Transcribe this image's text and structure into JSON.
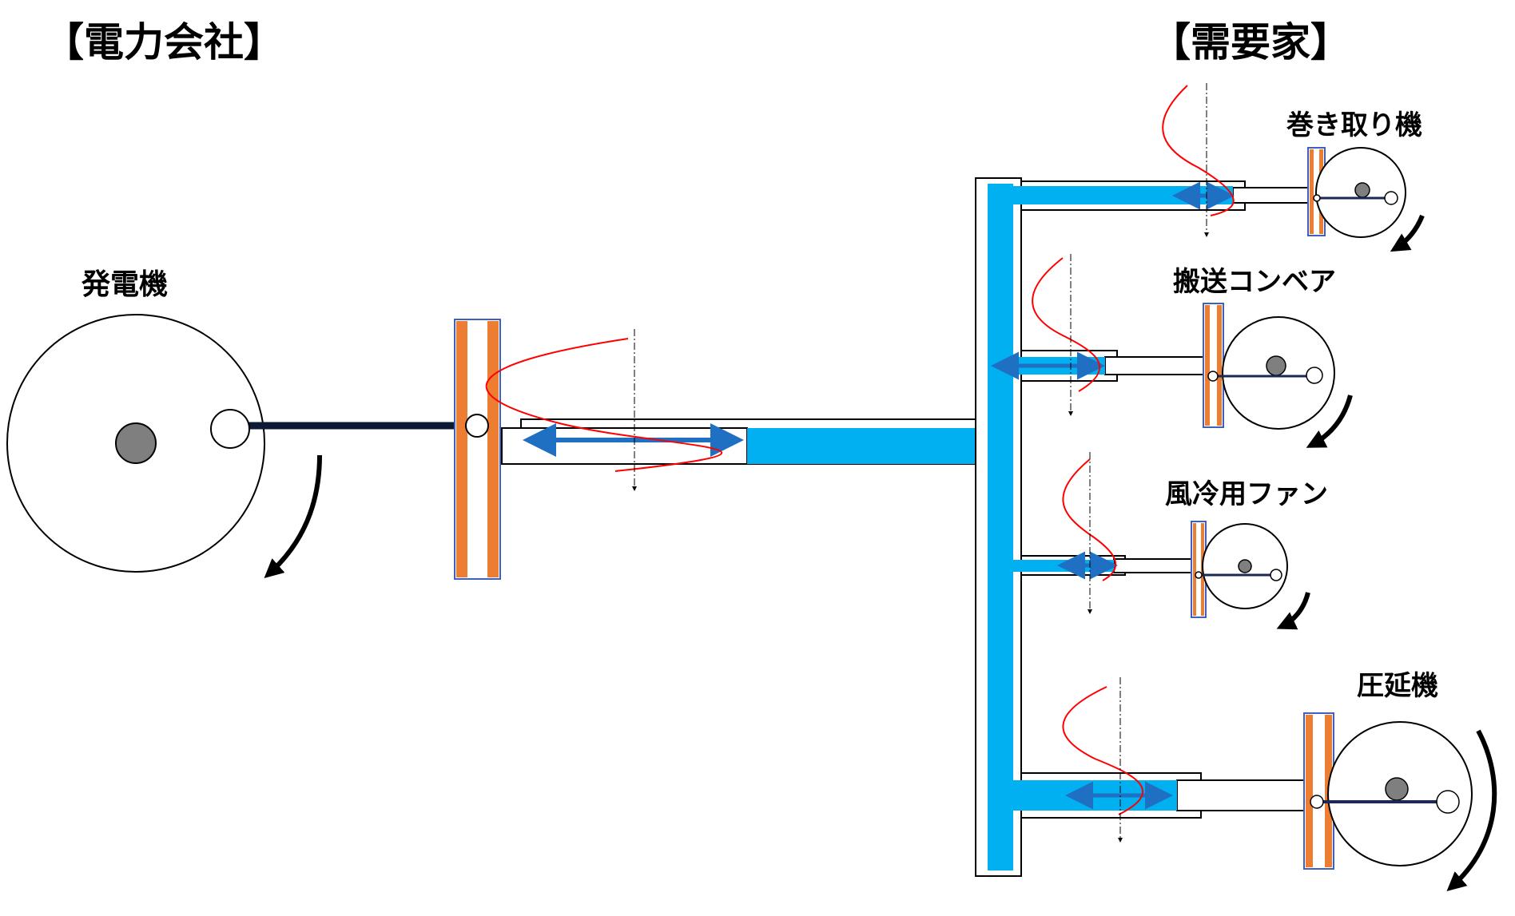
{
  "headings": {
    "power_company": "【電力会社】",
    "consumer": "【需要家】"
  },
  "machines": {
    "generator": "発電機",
    "winder": "巻き取り機",
    "conveyor": "搬送コンベア",
    "fan": "風冷用ファン",
    "rolling_mill": "圧延機"
  },
  "colors": {
    "fluid": "#00b0f0",
    "arrow": "#1f6fc2",
    "sine": "#ff0000",
    "plate": "#ed7d31",
    "plate_border": "#4060c0",
    "hub": "#808080",
    "rotation_arrow": "#000000"
  }
}
